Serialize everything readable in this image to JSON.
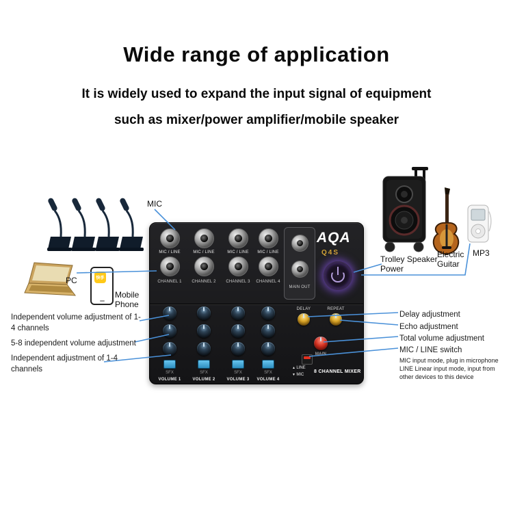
{
  "header": {
    "title": "Wide range of application",
    "subtitle_line1": "It is widely used to expand the input signal of equipment",
    "subtitle_line2": "such as mixer/power amplifier/mobile speaker"
  },
  "devices": {
    "mic_label": "MIC",
    "pc_label": "PC",
    "phone_label": "Mobile Phone",
    "phone_app_label": "快手",
    "speaker_label": "Trolley Speaker Power",
    "guitar_label": "Electric Guitar",
    "mp3_label": "MP3"
  },
  "mixer": {
    "brand": "AQA",
    "model": "Q4S",
    "mic_line_label": "MIC / LINE",
    "channels": [
      "CHANNEL 1",
      "CHANNEL 2",
      "CHANNEL 3",
      "CHANNEL 4"
    ],
    "main_out_label": "MAIN OUT",
    "delay_label": "DELAY",
    "repeat_label": "REPEAT",
    "main_label": "MAIN",
    "line_label": "LINE",
    "mic_label": "MIC",
    "sfx_label": "SFX",
    "volumes": [
      "VOLUME 1",
      "VOLUME 2",
      "VOLUME 3",
      "VOLUME 4"
    ],
    "type_label": "8 CHANNEL MIXER"
  },
  "annotations": {
    "left": [
      "Independent volume adjustment of 1-4 channels",
      "5-8 independent volume adjustment",
      "Independent adjustment of 1-4 channels"
    ],
    "right": [
      "Delay adjustment",
      "Echo adjustment",
      "Total volume adjustment",
      "MIC / LINE switch"
    ],
    "right_note": "MIC input mode, plug in microphone LINE Linear input mode, input from other devices to this device"
  },
  "colors": {
    "callout_blue": "#4a91d9",
    "brand_gold": "#d4a437"
  }
}
